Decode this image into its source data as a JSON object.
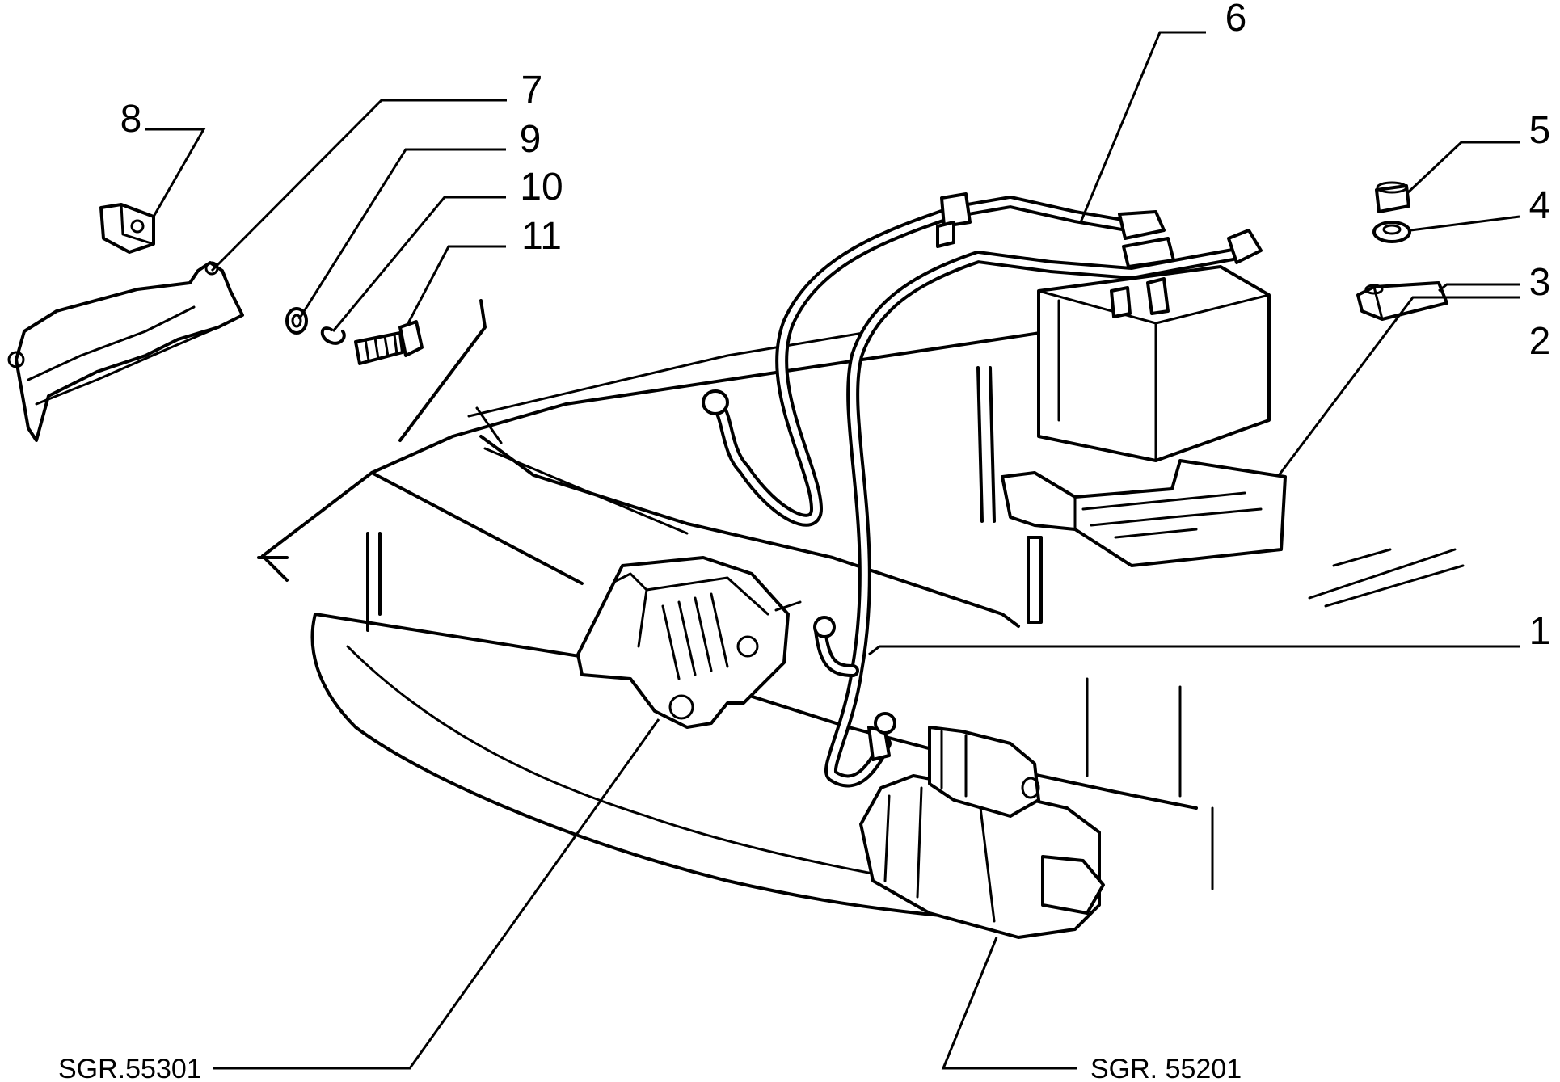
{
  "callouts": {
    "c1": "1",
    "c2": "2",
    "c3": "3",
    "c4": "4",
    "c5": "5",
    "c6": "6",
    "c7": "7",
    "c8": "8",
    "c9": "9",
    "c10": "10",
    "c11": "11"
  },
  "references": {
    "alternator": "SGR.55301",
    "starter": "SGR. 55201"
  }
}
